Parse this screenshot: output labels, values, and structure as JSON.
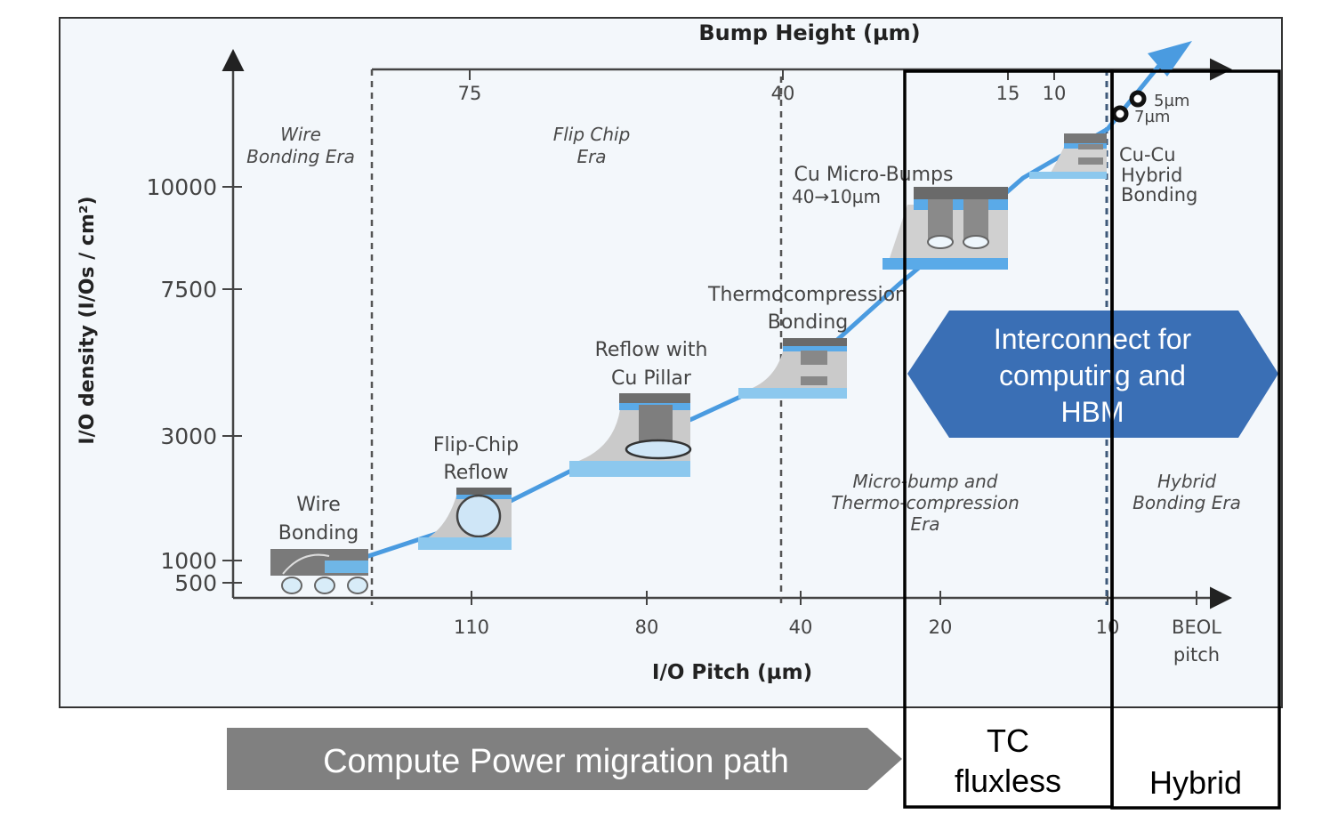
{
  "chart_data": {
    "type": "line",
    "title": "Bump Height (µm)",
    "xlabel": "I/O Pitch (µm)",
    "ylabel": "I/O density (I/Os / cm²)",
    "x_ticks": [
      "110",
      "80",
      "40",
      "20",
      "10"
    ],
    "x_end_label": [
      "BEOL",
      "pitch"
    ],
    "top_axis_title": "Bump Height (µm)",
    "top_ticks": [
      "75",
      "40",
      "15",
      "10"
    ],
    "y_ticks": [
      "500",
      "1000",
      "3000",
      "7500",
      "10000"
    ],
    "trend": "I/O density increases as I/O pitch decreases",
    "eras": [
      {
        "name": "wire_bonding",
        "label": [
          "Wire",
          "Bonding Era"
        ]
      },
      {
        "name": "flip_chip",
        "label": [
          "Flip Chip",
          "Era"
        ]
      },
      {
        "name": "micro_bump_tc",
        "label": [
          "Micro-bump and",
          "Thermo-compression",
          "Era"
        ]
      },
      {
        "name": "hybrid",
        "label": [
          "Hybrid",
          "Bonding Era"
        ]
      }
    ],
    "technologies": [
      {
        "name": "wire_bonding",
        "label": [
          "Wire",
          "Bonding"
        ]
      },
      {
        "name": "flip_chip_reflow",
        "label": [
          "Flip-Chip",
          "Reflow"
        ]
      },
      {
        "name": "reflow_cu_pillar",
        "label": [
          "Reflow with",
          "Cu Pillar"
        ]
      },
      {
        "name": "thermocompression",
        "label": [
          "Thermocompression",
          "Bonding"
        ]
      },
      {
        "name": "cu_micro_bumps",
        "label": [
          "Cu Micro-Bumps",
          "40→10µm"
        ]
      },
      {
        "name": "cu_cu_hybrid",
        "label": [
          "Cu-Cu",
          "Hybrid",
          "Bonding"
        ]
      }
    ],
    "points": [
      {
        "label": "5µm"
      },
      {
        "label": "7µm"
      }
    ]
  },
  "callout": {
    "lines": [
      "Interconnect for",
      "computing and",
      "HBM"
    ],
    "color": "#3a6fb5"
  },
  "migration_arrow": {
    "label": "Compute Power migration path",
    "color": "#808080"
  },
  "boxes": {
    "tc": [
      "TC",
      "fluxless"
    ],
    "hybrid": [
      "Hybrid"
    ]
  },
  "colors": {
    "trend_line": "#4a9be0",
    "panel_bg": "#f3f7fb",
    "callout": "#3a6fb5"
  }
}
